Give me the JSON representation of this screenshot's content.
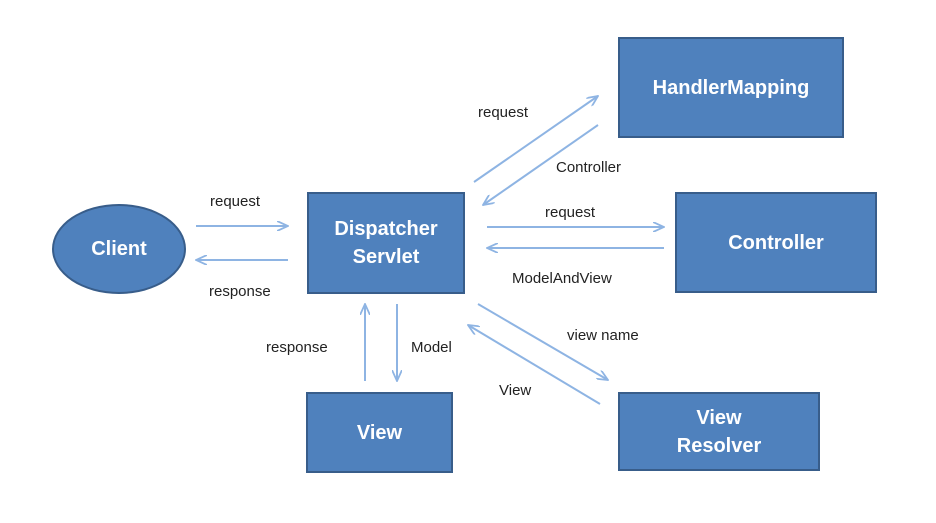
{
  "nodes": {
    "client": "Client",
    "dispatcher": "Dispatcher\nServlet",
    "handler_mapping": "HandlerMapping",
    "controller": "Controller",
    "view": "View",
    "view_resolver": "View\nResolver"
  },
  "edge_labels": {
    "client_to_dispatcher": "request",
    "dispatcher_to_client": "response",
    "dispatcher_to_handler": "request",
    "handler_to_dispatcher": "Controller",
    "dispatcher_to_controller": "request",
    "controller_to_dispatcher": "ModelAndView",
    "dispatcher_to_resolver": "view name",
    "resolver_to_dispatcher": "View",
    "dispatcher_to_view": "Model",
    "view_to_dispatcher": "response"
  },
  "colors": {
    "node_fill": "#4f81bd",
    "node_border": "#385d8a",
    "arrow": "#8eb4e3",
    "label_text": "#222222"
  }
}
